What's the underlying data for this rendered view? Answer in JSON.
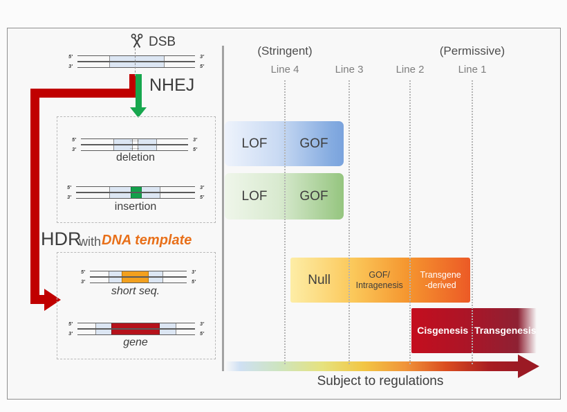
{
  "pathway": {
    "dsb_label": "DSB",
    "nhej_label": "NHEJ",
    "hdr_label": "HDR",
    "hdr_with_label": "with",
    "hdr_template_label": "DNA template",
    "strands": {
      "top_left": "5'",
      "bottom_left": "3'",
      "top_right": "3'",
      "bottom_right": "5'"
    },
    "nhej_outcomes": {
      "first": "deletion",
      "second": "insertion"
    },
    "hdr_outcomes": {
      "first": "short seq.",
      "second": "gene"
    }
  },
  "regulation": {
    "stringent_label": "(Stringent)",
    "permissive_label": "(Permissive)",
    "lines": [
      "Line 4",
      "Line 3",
      "Line 2",
      "Line 1"
    ],
    "blue_bar": {
      "left": "LOF",
      "right": "GOF"
    },
    "green_bar": {
      "left": "LOF",
      "right": "GOF"
    },
    "orange_bar": {
      "null_label": "Null",
      "mid_line1": "GOF/",
      "mid_line2": "Intragenesis",
      "right_line1": "Transgene",
      "right_line2": "-derived"
    },
    "red_bar": {
      "left": "Cisgenesis",
      "right": "Transgenesis"
    },
    "axis_label": "Subject to regulations"
  },
  "colors": {
    "nhej_arrow_green": "#17a74e",
    "hdr_arrow_red": "#c00000",
    "insert_green": "#13a04b",
    "insert_orange": "#f2a01e",
    "insert_red": "#b5121b",
    "dna_segment_blue": "#dce6f3",
    "template_text_orange": "#e8701a",
    "blue_bar_end": "#7aa3dd",
    "green_bar_end": "#95c57f",
    "orange_bar_start": "#fdeda6",
    "orange_bar_end": "#ec5a26",
    "red_bar_start": "#c40e1e",
    "red_bar_end": "#8e2133",
    "axis_arrow_end": "#9b1a24"
  }
}
